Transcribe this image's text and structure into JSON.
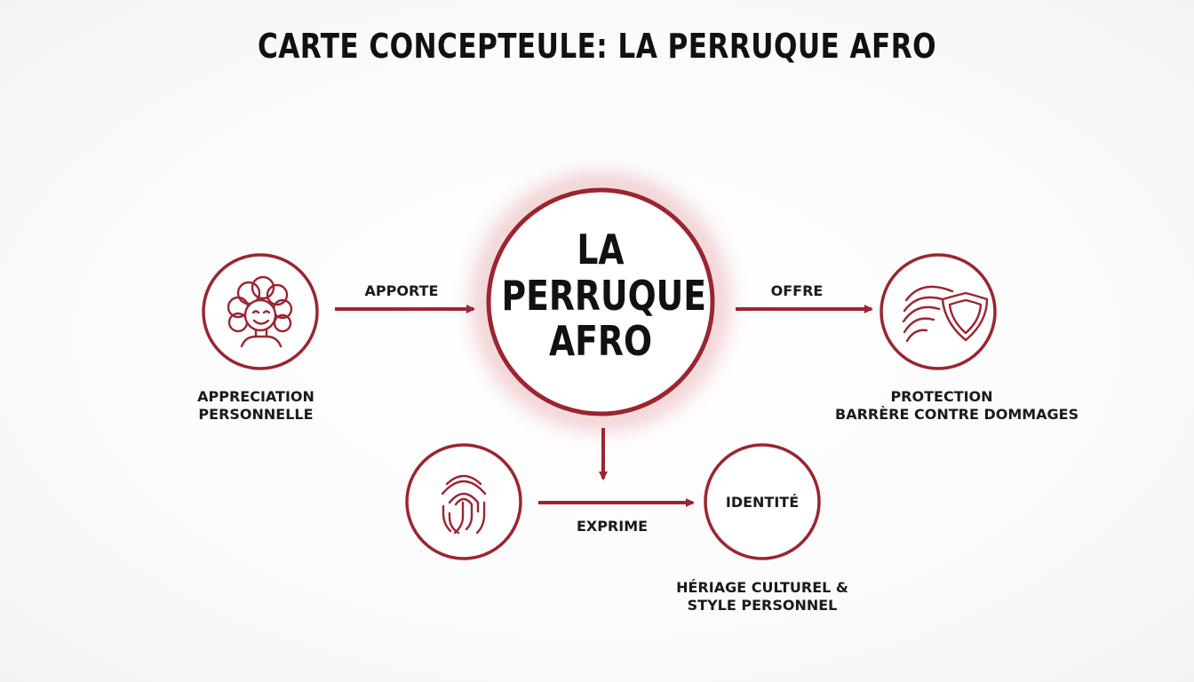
{
  "title": "CARTE CONCEPTEULE: LA PERRUQUE AFRO",
  "colors": {
    "accent": "#9b2530",
    "text": "#111111",
    "background": "#ffffff"
  },
  "center": {
    "lines": [
      "LA",
      "PERRUQUE",
      "AFRO"
    ]
  },
  "nodes": {
    "appreciation": {
      "icon": "curly-hair-face-icon",
      "label_lines": [
        "APPRECIATION",
        "PERSONNELLE"
      ]
    },
    "protection": {
      "icon": "hair-shield-icon",
      "label_lines": [
        "PROTECTION",
        "BARRÈRE CONTRE DOMMAGES"
      ]
    },
    "fingerprint": {
      "icon": "fingerprint-icon"
    },
    "identite": {
      "inner_label": "IDENTITÉ",
      "label_lines": [
        "HÉRIAGE CULTUREL &",
        "STYLE PERSONNEL"
      ]
    }
  },
  "edges": {
    "apporte": "APPORTE",
    "offre": "OFFRE",
    "exprime": "EXPRIME"
  }
}
